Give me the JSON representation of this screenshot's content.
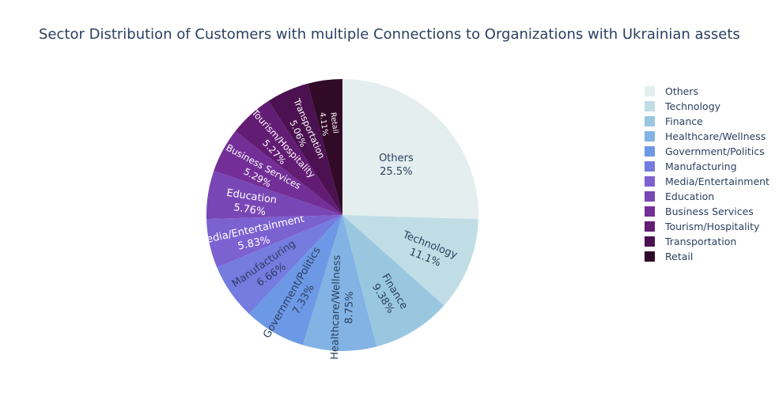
{
  "chart_data": {
    "type": "pie",
    "title": "Sector Distribution of Customers with multiple Connections to Organizations with Ukrainian assets",
    "legend_position": "right",
    "slices": [
      {
        "label": "Others",
        "value": 25.5,
        "display": "25.5%",
        "color": "#e4eeee",
        "text_color": "#2a3f5f"
      },
      {
        "label": "Technology",
        "value": 11.1,
        "display": "11.1%",
        "color": "#c0dde5",
        "text_color": "#2a3f5f"
      },
      {
        "label": "Finance",
        "value": 9.38,
        "display": "9.38%",
        "color": "#99c7e0",
        "text_color": "#2a3f5f"
      },
      {
        "label": "Healthcare/Wellness",
        "value": 8.75,
        "display": "8.75%",
        "color": "#82b3e4",
        "text_color": "#2a3f5f"
      },
      {
        "label": "Government/Politics",
        "value": 7.33,
        "display": "7.33%",
        "color": "#6d98e5",
        "text_color": "#2a3f5f"
      },
      {
        "label": "Manufacturing",
        "value": 6.66,
        "display": "6.66%",
        "color": "#747ce0",
        "text_color": "#2a3f5f"
      },
      {
        "label": "Media/Entertainment",
        "value": 5.83,
        "display": "5.83%",
        "color": "#7c61d0",
        "text_color": "#ffffff"
      },
      {
        "label": "Education",
        "value": 5.76,
        "display": "5.76%",
        "color": "#7947b5",
        "text_color": "#ffffff"
      },
      {
        "label": "Business Services",
        "value": 5.29,
        "display": "5.29%",
        "color": "#732f97",
        "text_color": "#ffffff"
      },
      {
        "label": "Tourism/Hospitality",
        "value": 5.27,
        "display": "5.27%",
        "color": "#631c74",
        "text_color": "#ffffff"
      },
      {
        "label": "Transportation",
        "value": 5.06,
        "display": "5.06%",
        "color": "#4b1150",
        "text_color": "#ffffff"
      },
      {
        "label": "Retail",
        "value": 4.11,
        "display": "4.11%",
        "color": "#310a28",
        "text_color": "#ffffff"
      }
    ]
  }
}
